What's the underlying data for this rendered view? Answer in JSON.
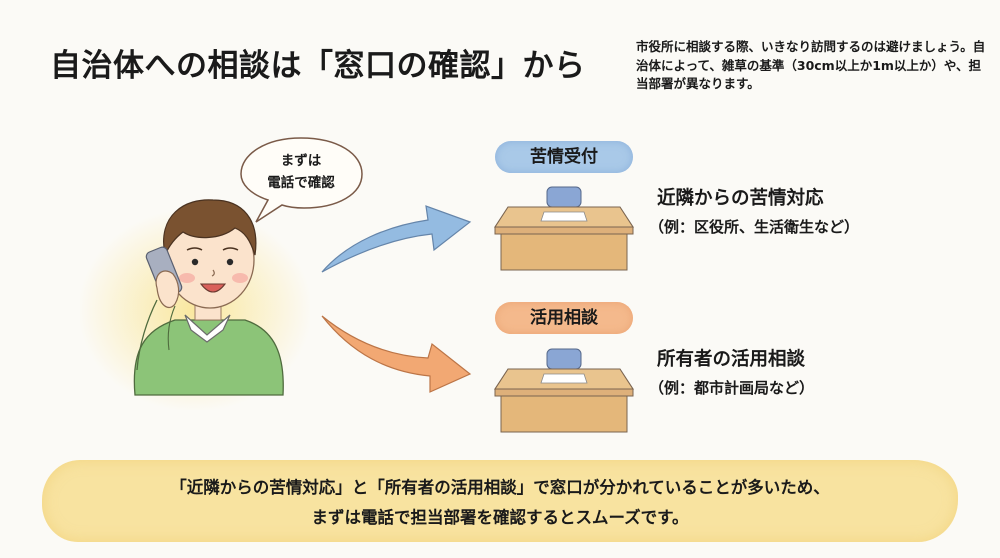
{
  "header": {
    "title": "自治体への相談は「窓口の確認」から",
    "note": "市役所に相談する際、いきなり訪問するのは避けましょう。自治体によって、雑草の基準（30cm以上か1m以上か）や、担当部署が異なります。"
  },
  "illustration": {
    "speech_bubble": {
      "line1": "まずは",
      "line2": "電話で確認"
    },
    "person": "person-on-phone",
    "colors": {
      "shirt": "#8cc478",
      "hair": "#7a5230",
      "skin": "#fbe3cc",
      "phone": "#a8afc0",
      "glow": "#f9e08a"
    }
  },
  "windows": [
    {
      "tag": "苦情受付",
      "tag_color": "#a9c9e8",
      "arrow_color": "#8fb8e0",
      "title": "近隣からの苦情対応",
      "example": "（例：区役所、生活衛生など）"
    },
    {
      "tag": "活用相談",
      "tag_color": "#f4b98c",
      "arrow_color": "#f2a46c",
      "title": "所有者の活用相談",
      "example": "（例：都市計画局など）"
    }
  ],
  "desk_colors": {
    "top": "#e9c48e",
    "front": "#e4b77a",
    "chair": "#8aa6d4",
    "paper": "#ffffff",
    "outline": "#7a6450"
  },
  "banner": {
    "line1": "「近隣からの苦情対応」と「所有者の活用相談」で窓口が分かれていることが多いため、",
    "line2": "まずは電話で担当部署を確認するとスムーズです。",
    "color": "#f8e3a0"
  }
}
